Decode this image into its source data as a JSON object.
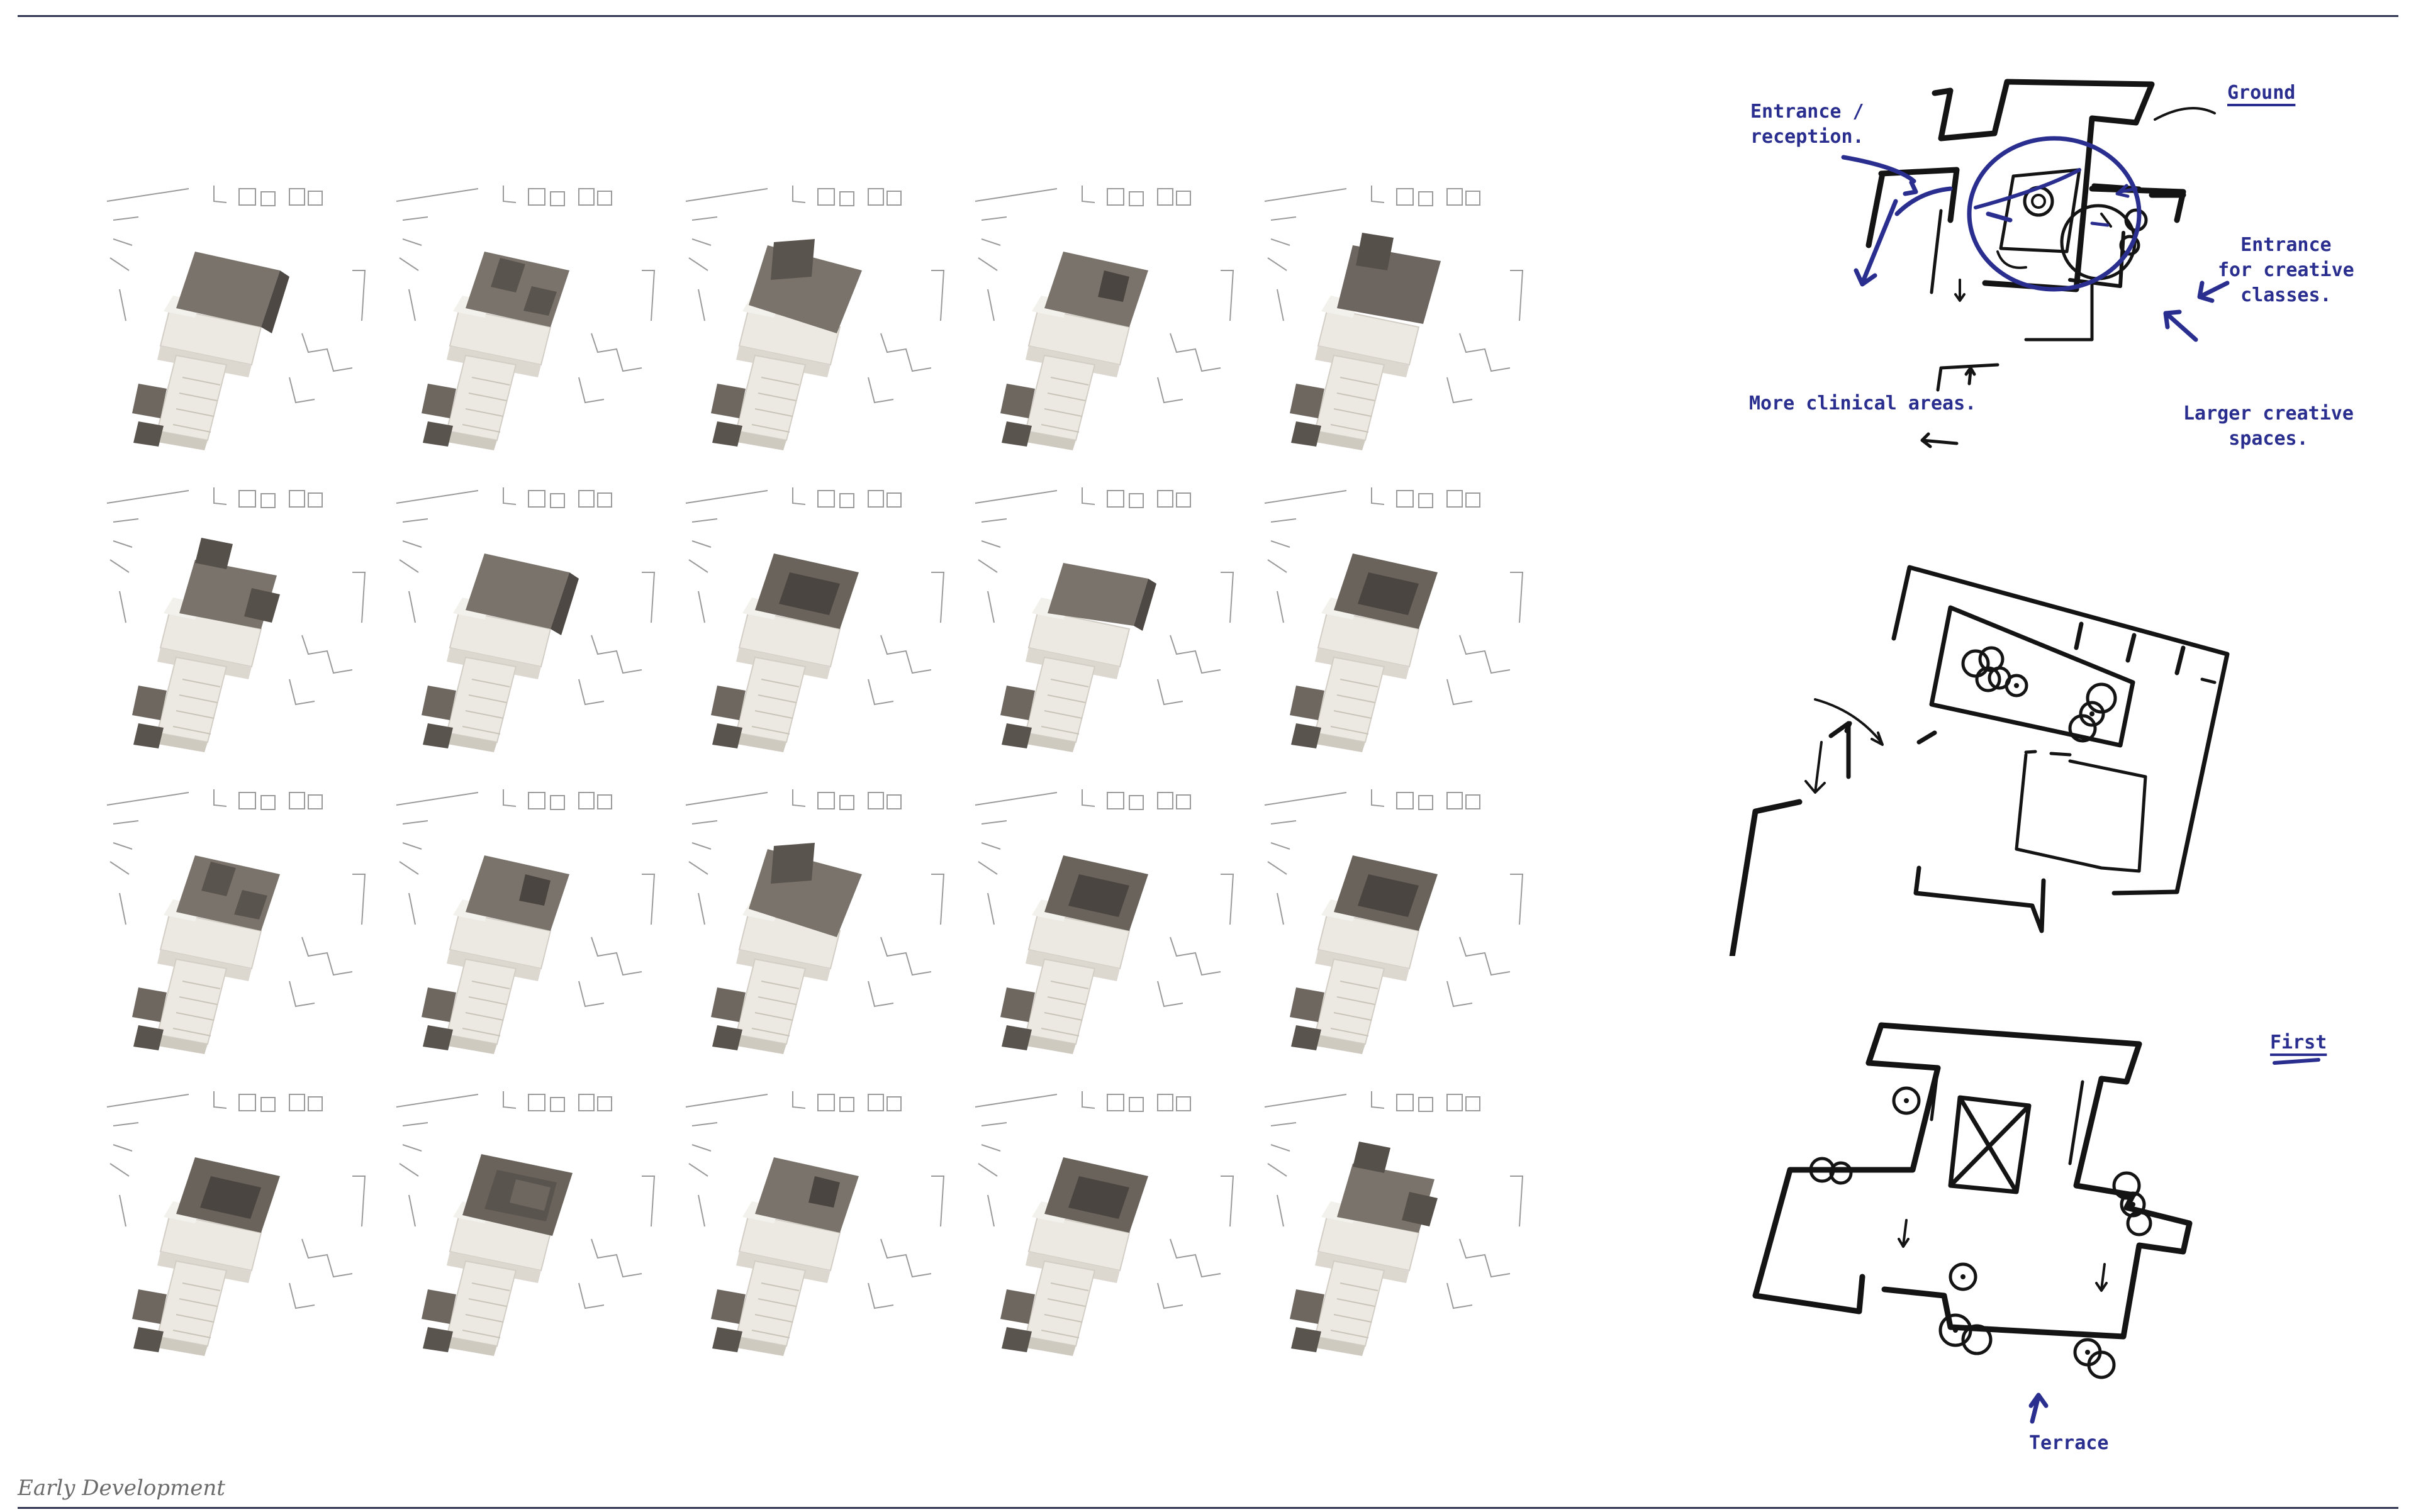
{
  "footer": {
    "title": "Early Development"
  },
  "models": [
    {
      "id": 1,
      "variant": "solid"
    },
    {
      "id": 2,
      "variant": "stepped"
    },
    {
      "id": 3,
      "variant": "angled"
    },
    {
      "id": 4,
      "variant": "notch"
    },
    {
      "id": 5,
      "variant": "tall"
    },
    {
      "id": 6,
      "variant": "split"
    },
    {
      "id": 7,
      "variant": "solid"
    },
    {
      "id": 8,
      "variant": "courtyard"
    },
    {
      "id": 9,
      "variant": "solid-low"
    },
    {
      "id": 10,
      "variant": "courtyard"
    },
    {
      "id": 11,
      "variant": "stepped"
    },
    {
      "id": 12,
      "variant": "notch"
    },
    {
      "id": 13,
      "variant": "angled"
    },
    {
      "id": 14,
      "variant": "courtyard"
    },
    {
      "id": 15,
      "variant": "courtyard"
    },
    {
      "id": 16,
      "variant": "courtyard"
    },
    {
      "id": 17,
      "variant": "frame"
    },
    {
      "id": 18,
      "variant": "notch"
    },
    {
      "id": 19,
      "variant": "courtyard"
    },
    {
      "id": 20,
      "variant": "split"
    }
  ],
  "sketches": {
    "ground": {
      "heading": "Ground",
      "notes": {
        "entrance": "Entrance /\nreception.",
        "creative_entrance": "Entrance\nfor creative\nclasses.",
        "clinical": "More clinical areas.",
        "creative_spaces": "Larger creative\nspaces."
      }
    },
    "first": {
      "heading": "First",
      "notes": {
        "terrace": "Terrace"
      }
    }
  },
  "colors": {
    "ink": "#141414",
    "annotation": "#2a2f8f",
    "rule": "#2e3350",
    "wood": "#6e6760",
    "white_block": "#ece9e2"
  }
}
